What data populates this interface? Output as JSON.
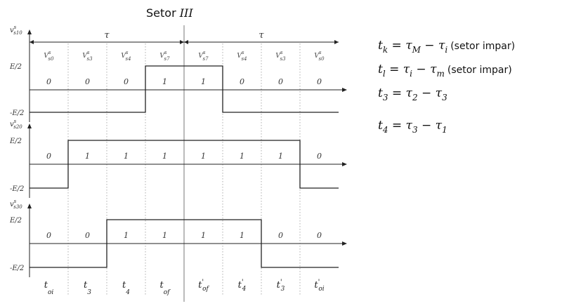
{
  "title": {
    "text": "Setor ",
    "roman": "III"
  },
  "tau_label": "τ",
  "level_high": "E/2",
  "level_low": "-E/2",
  "vectors": [
    "V",
    "V",
    "V",
    "V",
    "V",
    "V",
    "V",
    "V"
  ],
  "vector_sub": [
    "s0",
    "s3",
    "s4",
    "s7",
    "s7",
    "s4",
    "s3",
    "s0"
  ],
  "vector_sup": "s",
  "waves": [
    {
      "label": "v",
      "sub": "s10",
      "sup": "s",
      "bits": [
        "0",
        "0",
        "0",
        "1",
        "1",
        "0",
        "0",
        "0"
      ]
    },
    {
      "label": "v",
      "sub": "s20",
      "sup": "s",
      "bits": [
        "0",
        "1",
        "1",
        "1",
        "1",
        "1",
        "1",
        "0"
      ]
    },
    {
      "label": "v",
      "sub": "s30",
      "sup": "s",
      "bits": [
        "0",
        "0",
        "1",
        "1",
        "1",
        "1",
        "0",
        "0"
      ]
    }
  ],
  "time_labels": [
    {
      "base": "t",
      "sub": "oi",
      "prime": ""
    },
    {
      "base": "t",
      "sub": "3",
      "prime": ""
    },
    {
      "base": "t",
      "sub": "4",
      "prime": ""
    },
    {
      "base": "t",
      "sub": "of",
      "prime": ""
    },
    {
      "base": "t",
      "sub": "of",
      "prime": "'"
    },
    {
      "base": "t",
      "sub": "4",
      "prime": "'"
    },
    {
      "base": "t",
      "sub": "3",
      "prime": "'"
    },
    {
      "base": "t",
      "sub": "oi",
      "prime": "'"
    }
  ],
  "equations": [
    {
      "lhs": "t",
      "lhs_sub": "k",
      "rhs_a": "τ",
      "rhs_a_sub": "M",
      "rhs_b": "τ",
      "rhs_b_sub": "i",
      "note": "(setor impar)"
    },
    {
      "lhs": "t",
      "lhs_sub": "l",
      "rhs_a": "τ",
      "rhs_a_sub": "i",
      "rhs_b": "τ",
      "rhs_b_sub": "m",
      "note": "(setor impar)"
    },
    {
      "lhs": "t",
      "lhs_sub": "3",
      "rhs_a": "τ",
      "rhs_a_sub": "2",
      "rhs_b": "τ",
      "rhs_b_sub": "3",
      "note": ""
    },
    {
      "lhs": "t",
      "lhs_sub": "4",
      "rhs_a": "τ",
      "rhs_a_sub": "3",
      "rhs_b": "τ",
      "rhs_b_sub": "1",
      "note": ""
    }
  ],
  "colors": {
    "line": "#222222",
    "grid": "#9a9a9a",
    "text": "#333333"
  }
}
